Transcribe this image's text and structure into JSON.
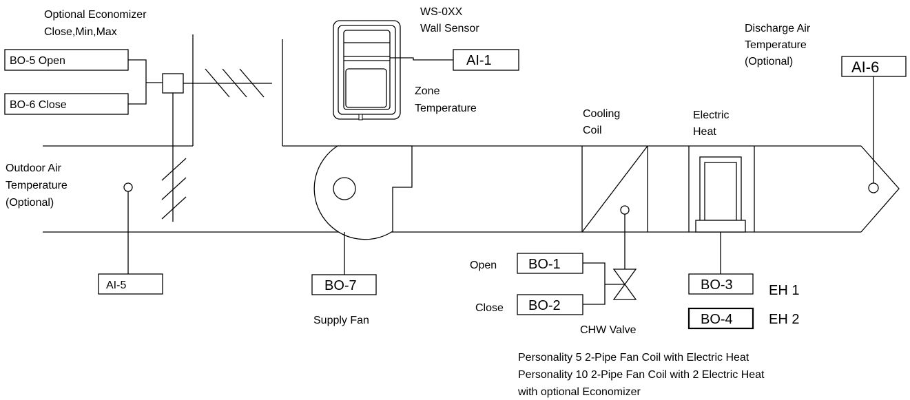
{
  "economizer": {
    "title_line1": "Optional Economizer",
    "title_line2": "Close,Min,Max",
    "open_box": "BO-5 Open",
    "close_box": "BO-6 Close"
  },
  "wall_sensor": {
    "line1": "WS-0XX",
    "line2": "Wall Sensor",
    "point": "AI-1",
    "zone_line1": "Zone",
    "zone_line2": "Temperature"
  },
  "discharge": {
    "line1": "Discharge Air",
    "line2": "Temperature",
    "line3": "(Optional)",
    "point": "AI-6"
  },
  "outdoor": {
    "line1": "Outdoor Air",
    "line2": "Temperature",
    "line3": "(Optional)",
    "point": "AI-5"
  },
  "supply_fan": {
    "point": "BO-7",
    "label": "Supply Fan"
  },
  "cooling_coil": {
    "line1": "Cooling",
    "line2": "Coil",
    "open_label": "Open",
    "close_label": "Close",
    "open_point": "BO-1",
    "close_point": "BO-2",
    "valve_label": "CHW Valve"
  },
  "electric_heat": {
    "line1": "Electric",
    "line2": "Heat",
    "stage1_point": "BO-3",
    "stage1_label": "EH 1",
    "stage2_point": "BO-4",
    "stage2_label": "EH 2"
  },
  "caption": {
    "line1": "Personality 5 2-Pipe Fan Coil with Electric Heat",
    "line2": "Personality 10 2-Pipe Fan Coil with 2 Electric Heat",
    "line3": "with optional Economizer"
  }
}
